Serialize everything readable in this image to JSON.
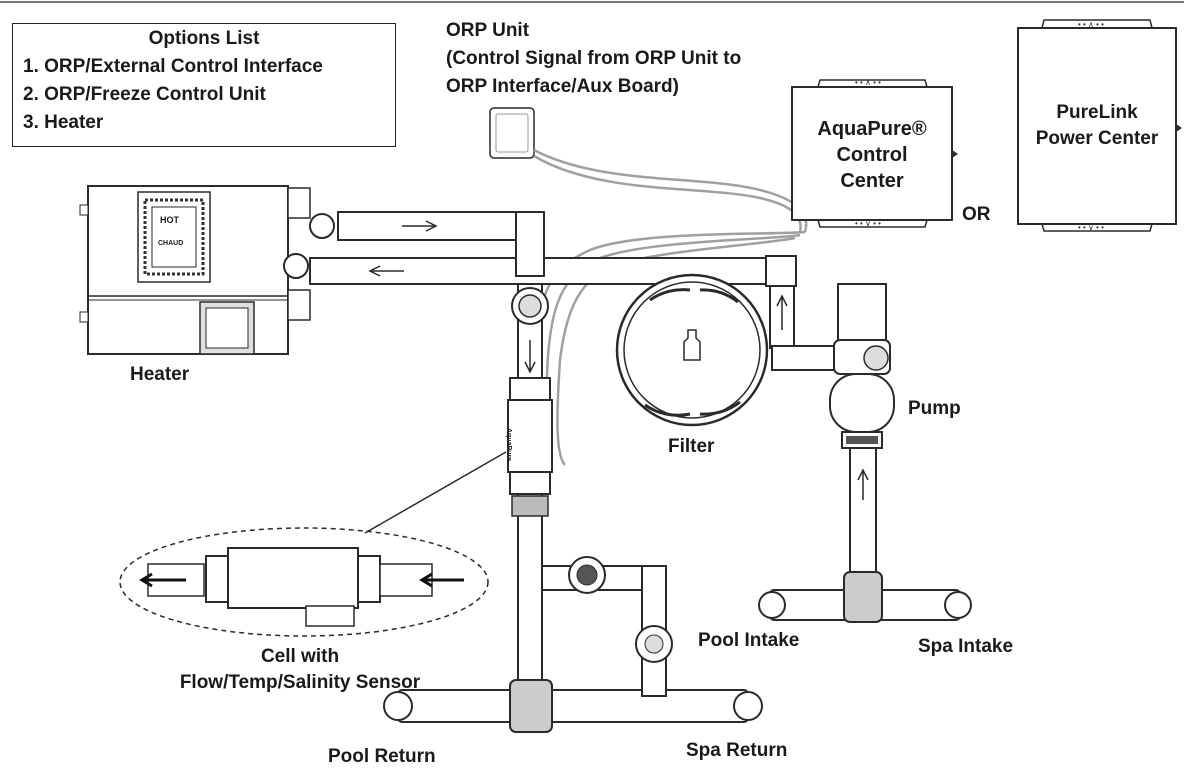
{
  "options": {
    "title": "Options List",
    "items": [
      "1.  ORP/External Control Interface",
      "2.  ORP/Freeze Control Unit",
      "3.  Heater"
    ]
  },
  "labels": {
    "orp_title": "ORP Unit",
    "orp_line2": "(Control Signal from ORP Unit to",
    "orp_line3": "ORP Interface/Aux Board)",
    "aquapure_l1": "AquaPure®",
    "aquapure_l2": "Control",
    "aquapure_l3": "Center",
    "or": "OR",
    "purelink_l1": "PureLink",
    "purelink_l2": "Power Center",
    "heater": "Heater",
    "heater_hot": "HOT",
    "heater_chaud": "CHAUD",
    "filter": "Filter",
    "pump": "Pump",
    "cell_l1": "Cell with",
    "cell_l2": "Flow/Temp/Salinity Sensor",
    "pool_intake": "Pool Intake",
    "spa_intake": "Spa Intake",
    "pool_return": "Pool Return",
    "spa_return": "Spa Return",
    "cell_brand": "AquaPure"
  },
  "colors": {
    "line": "#2a2a2a",
    "wire": "#9a9a9a",
    "fill": "#ffffff",
    "shade": "#d8d8d8",
    "dark": "#555555"
  }
}
